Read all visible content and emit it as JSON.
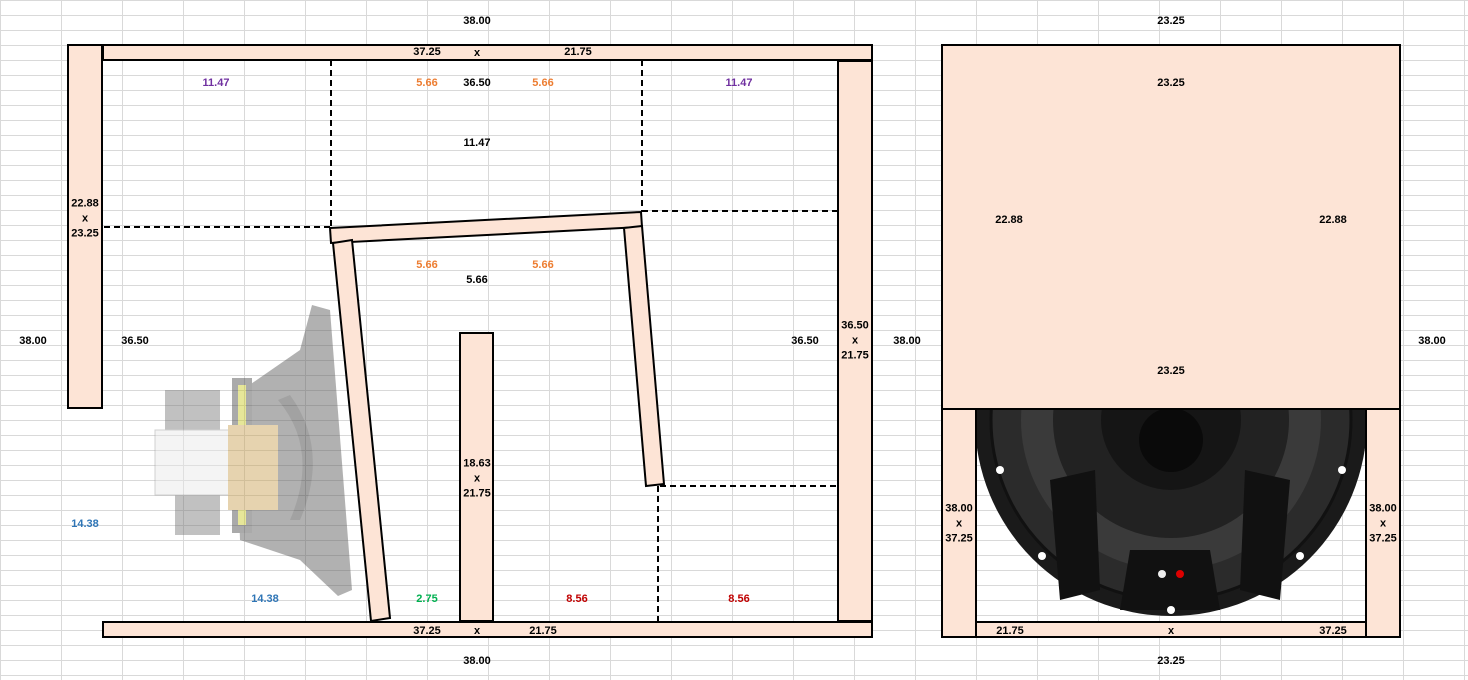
{
  "left_view": {
    "top_dim": "38.00",
    "bottom_dim": "38.00",
    "left_dim": "38.00",
    "right_dim": "38.00",
    "top_board": {
      "a": "37.25",
      "x": "x",
      "b": "21.75"
    },
    "bottom_board": {
      "a": "37.25",
      "x": "x",
      "b": "21.75"
    },
    "left_board": {
      "a": "22.88",
      "x": "x",
      "b": "23.25"
    },
    "right_board": {
      "a": "36.50",
      "x": "x",
      "b": "21.75"
    },
    "center_board": {
      "a": "18.63",
      "x": "x",
      "b": "21.75"
    },
    "inner_height_left": "36.50",
    "inner_height_right": "36.50",
    "top_center": "36.50",
    "purple_left": "11.47",
    "purple_right": "11.47",
    "orange_top_left": "5.66",
    "orange_top_right": "5.66",
    "mid_center": "11.47",
    "orange_mid_left": "5.66",
    "orange_mid_right": "5.66",
    "mid_black": "5.66",
    "blue_left": "14.38",
    "blue_bottom": "14.38",
    "green_bottom": "2.75",
    "red_left": "8.56",
    "red_right": "8.56"
  },
  "right_view": {
    "top_dim": "23.25",
    "bottom_dim": "23.25",
    "right_dim": "38.00",
    "top_panel": {
      "top": "23.25",
      "left": "22.88",
      "right": "22.88",
      "bottom": "23.25"
    },
    "left_side": {
      "a": "38.00",
      "x": "x",
      "b": "37.25"
    },
    "right_side": {
      "a": "38.00",
      "x": "x",
      "b": "37.25"
    },
    "bottom_board": {
      "a": "21.75",
      "x": "x",
      "b": "37.25"
    }
  }
}
